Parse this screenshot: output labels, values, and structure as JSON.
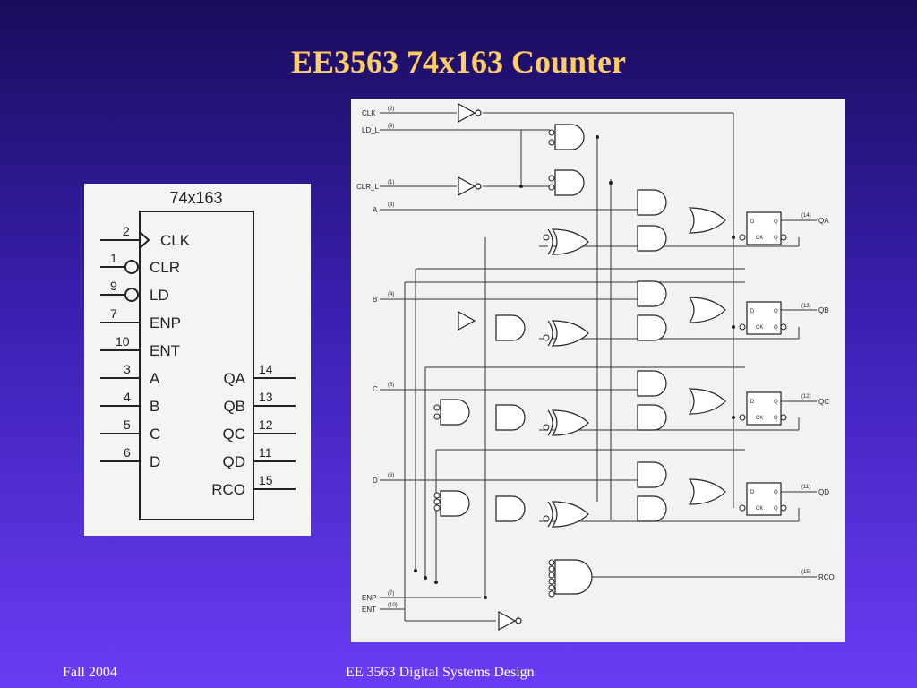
{
  "title": "EE3563 74x163 Counter",
  "chip": {
    "name": "74x163",
    "left_pins": [
      {
        "num": "2",
        "label": "CLK"
      },
      {
        "num": "1",
        "label": "CLR"
      },
      {
        "num": "9",
        "label": "LD"
      },
      {
        "num": "7",
        "label": "ENP"
      },
      {
        "num": "10",
        "label": "ENT"
      },
      {
        "num": "3",
        "label": "A"
      },
      {
        "num": "4",
        "label": "B"
      },
      {
        "num": "5",
        "label": "C"
      },
      {
        "num": "6",
        "label": "D"
      }
    ],
    "right_pins": [
      {
        "num": "14",
        "label": "QA"
      },
      {
        "num": "13",
        "label": "QB"
      },
      {
        "num": "12",
        "label": "QC"
      },
      {
        "num": "11",
        "label": "QD"
      },
      {
        "num": "15",
        "label": "RCO"
      }
    ]
  },
  "schematic": {
    "inputs": [
      {
        "name": "CLK",
        "pin": "(2)"
      },
      {
        "name": "LD_L",
        "pin": "(9)"
      },
      {
        "name": "CLR_L",
        "pin": "(1)"
      },
      {
        "name": "A",
        "pin": "(3)"
      },
      {
        "name": "B",
        "pin": "(4)"
      },
      {
        "name": "C",
        "pin": "(5)"
      },
      {
        "name": "D",
        "pin": "(6)"
      },
      {
        "name": "ENP",
        "pin": "(7)"
      },
      {
        "name": "ENT",
        "pin": "(10)"
      }
    ],
    "outputs": [
      {
        "name": "QA",
        "pin": "(14)"
      },
      {
        "name": "QB",
        "pin": "(13)"
      },
      {
        "name": "QC",
        "pin": "(12)"
      },
      {
        "name": "QD",
        "pin": "(11)"
      },
      {
        "name": "RCO",
        "pin": "(15)"
      }
    ],
    "ff_labels": {
      "d": "D",
      "q": "Q",
      "ck": "CK",
      "qn": "Q"
    }
  },
  "footer": {
    "left": "Fall 2004",
    "center": "EE 3563 Digital Systems Design"
  }
}
